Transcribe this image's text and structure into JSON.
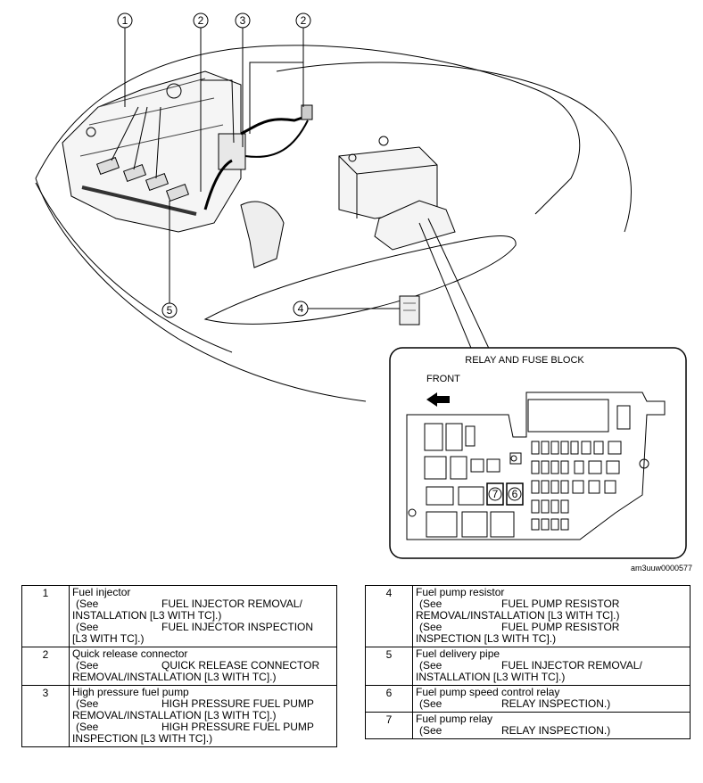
{
  "figure": {
    "inset_title": "RELAY AND FUSE BLOCK",
    "front_label": "FRONT",
    "figure_code": "am3uuw0000577",
    "callouts": [
      "1",
      "2",
      "3",
      "2",
      "4",
      "5",
      "7",
      "6"
    ]
  },
  "legend_left": [
    {
      "num": "1",
      "title": "Fuel injector",
      "refs": [
        {
          "see": "(See",
          "line1": "FUEL INJECTOR REMOVAL/",
          "line2": "INSTALLATION [L3 WITH TC].)"
        },
        {
          "see": "(See",
          "line1": "FUEL INJECTOR INSPECTION",
          "line2": "[L3 WITH TC].)"
        }
      ]
    },
    {
      "num": "2",
      "title": "Quick release connector",
      "refs": [
        {
          "see": "(See",
          "line1": "QUICK RELEASE CONNECTOR",
          "line2": "REMOVAL/INSTALLATION [L3 WITH TC].)"
        }
      ]
    },
    {
      "num": "3",
      "title": "High pressure fuel pump",
      "refs": [
        {
          "see": "(See",
          "line1": "HIGH PRESSURE FUEL PUMP",
          "line2": "REMOVAL/INSTALLATION [L3 WITH TC].)"
        },
        {
          "see": "(See",
          "line1": "HIGH PRESSURE FUEL PUMP",
          "line2": "INSPECTION [L3 WITH TC].)"
        }
      ]
    }
  ],
  "legend_right": [
    {
      "num": "4",
      "title": "Fuel pump resistor",
      "refs": [
        {
          "see": "(See",
          "line1": "FUEL PUMP RESISTOR",
          "line2": "REMOVAL/INSTALLATION [L3 WITH TC].)"
        },
        {
          "see": "(See",
          "line1": "FUEL PUMP RESISTOR",
          "line2": "INSPECTION [L3 WITH TC].)"
        }
      ]
    },
    {
      "num": "5",
      "title": "Fuel delivery pipe",
      "refs": [
        {
          "see": "(See",
          "line1": "FUEL INJECTOR REMOVAL/",
          "line2": "INSTALLATION [L3 WITH TC].)"
        }
      ]
    },
    {
      "num": "6",
      "title": "Fuel pump speed control relay",
      "refs": [
        {
          "see": "(See",
          "line1": "RELAY INSPECTION.)",
          "line2": ""
        }
      ]
    },
    {
      "num": "7",
      "title": "Fuel pump relay",
      "refs": [
        {
          "see": "(See",
          "line1": "RELAY INSPECTION.)",
          "line2": ""
        }
      ]
    }
  ]
}
